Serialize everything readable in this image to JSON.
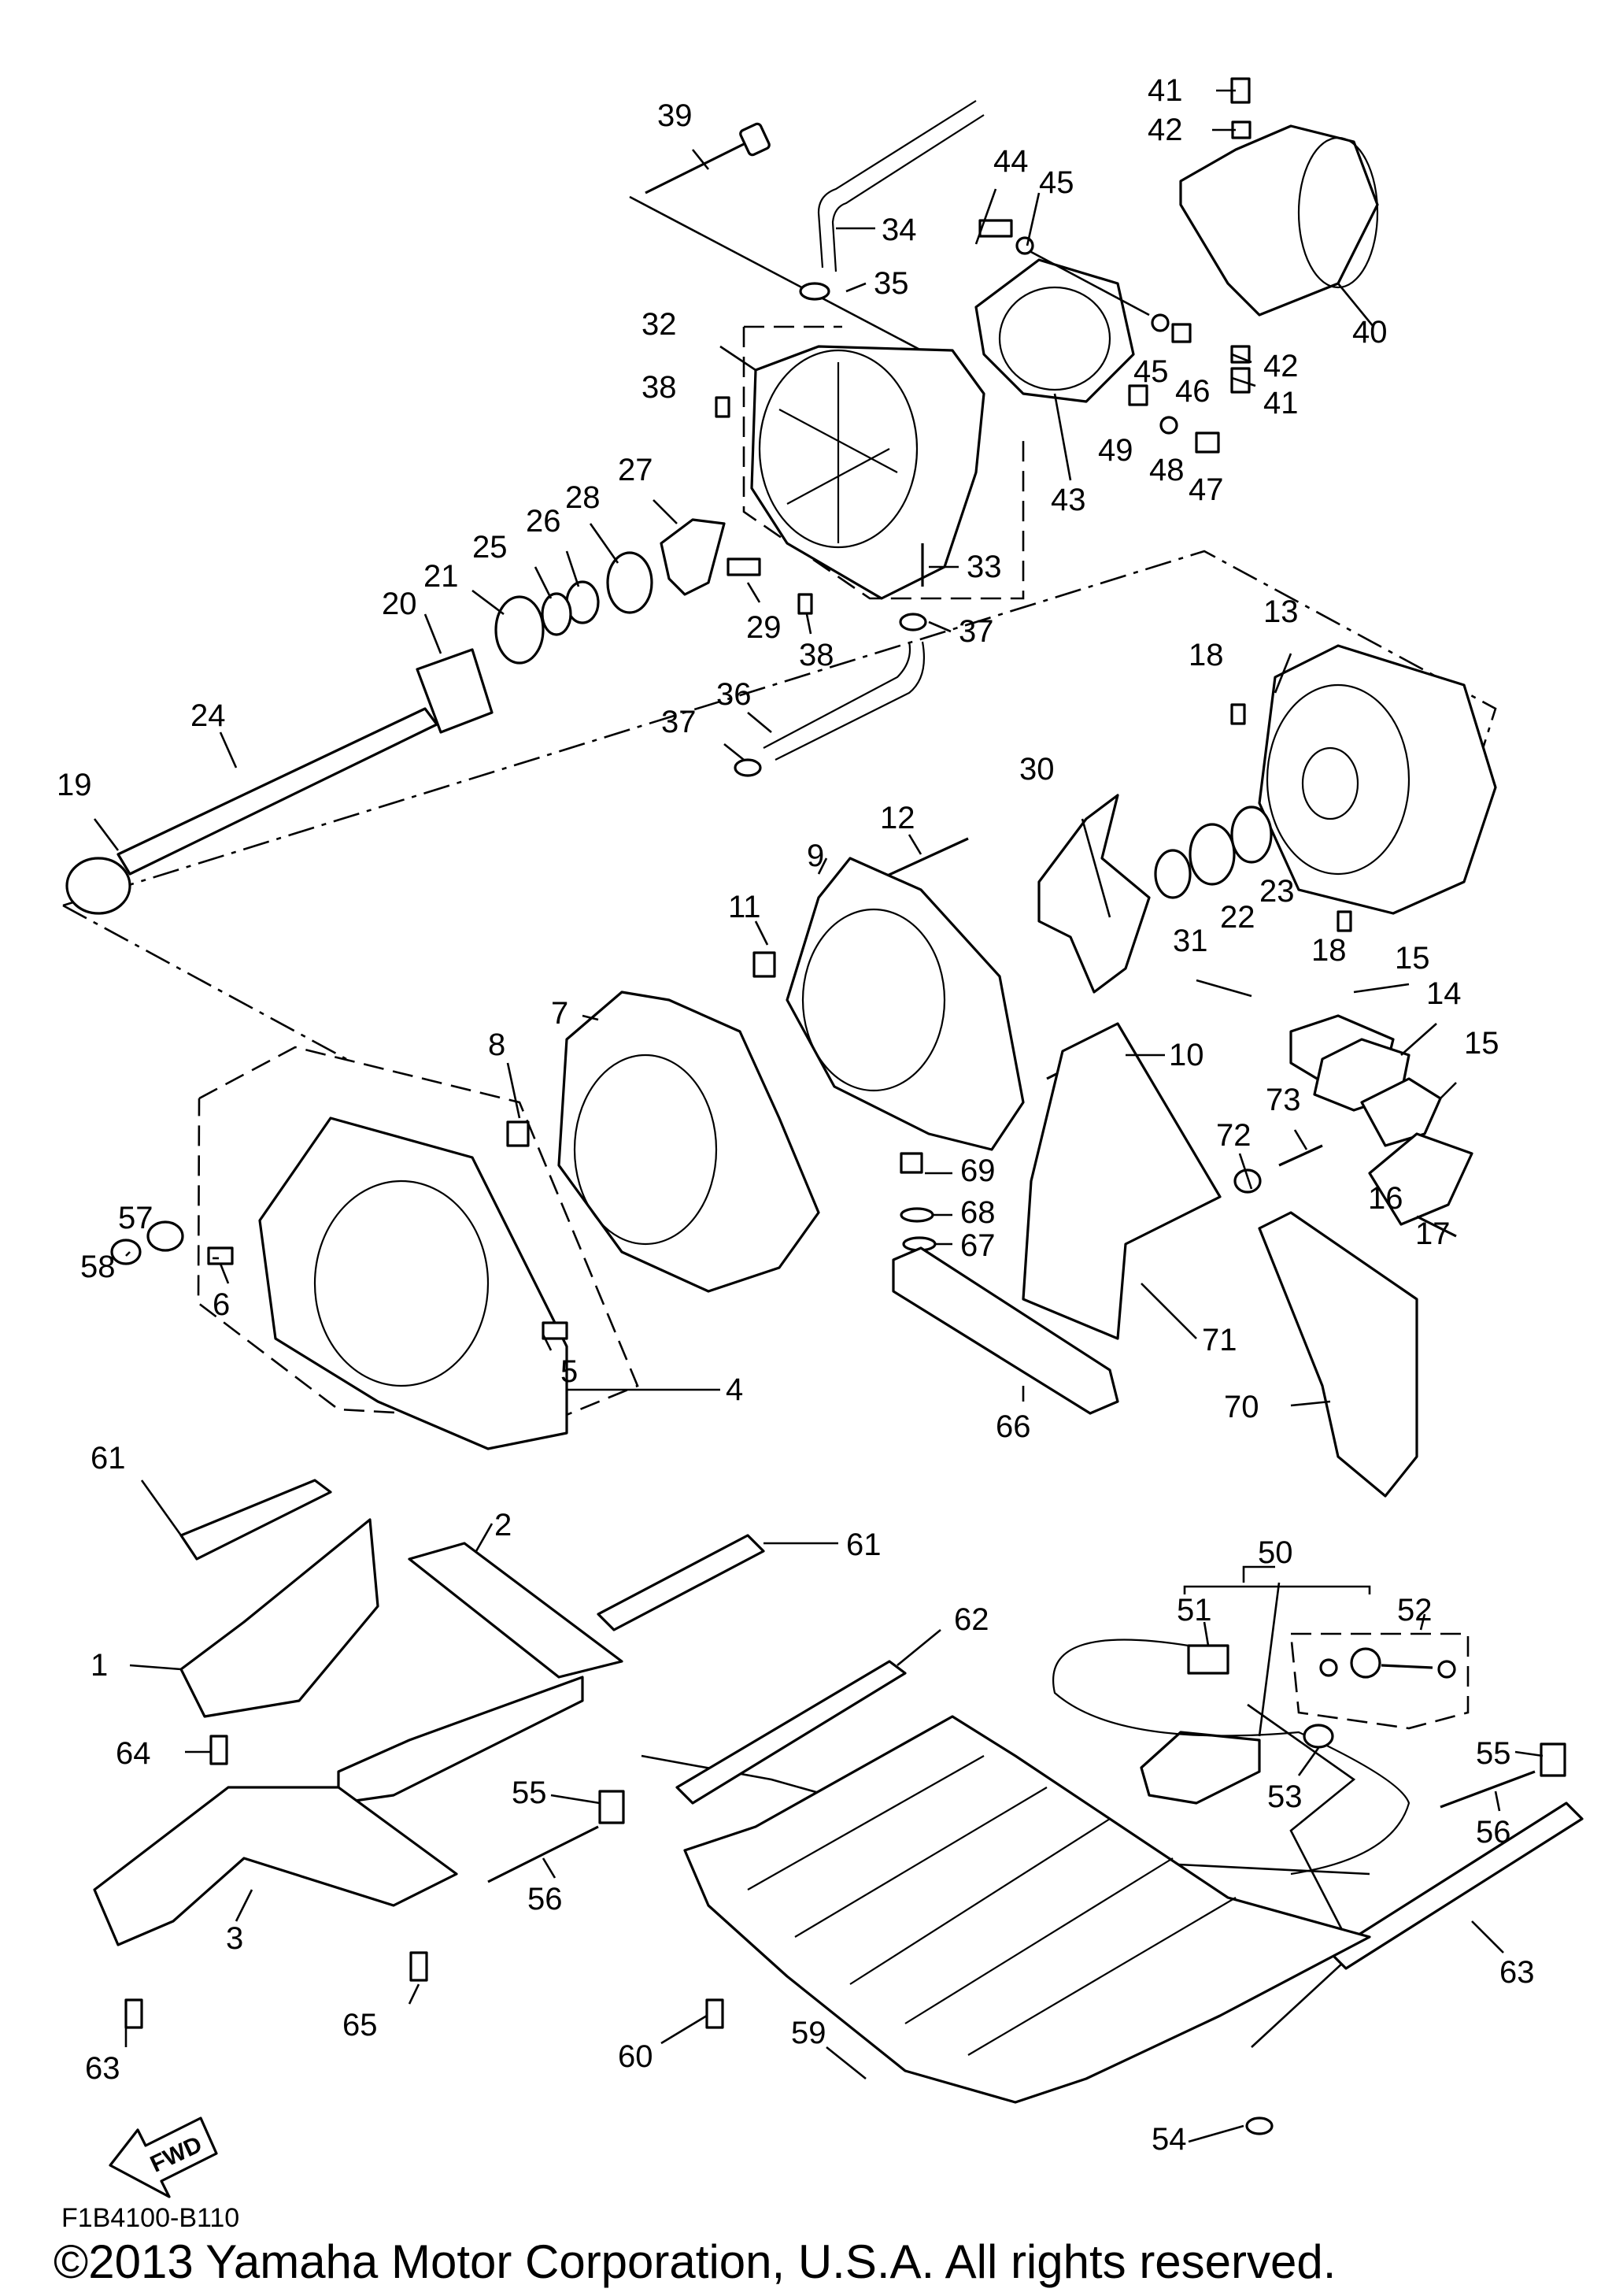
{
  "figure": {
    "drawing_code": "F1B4100-B110",
    "copyright": "©2013 Yamaha Motor Corporation, U.S.A. All rights reserved.",
    "fwd_label": "FWD"
  },
  "callouts": [
    {
      "id": "1",
      "label": "1"
    },
    {
      "id": "2",
      "label": "2"
    },
    {
      "id": "3",
      "label": "3"
    },
    {
      "id": "4",
      "label": "4"
    },
    {
      "id": "5",
      "label": "5"
    },
    {
      "id": "6",
      "label": "6"
    },
    {
      "id": "7",
      "label": "7"
    },
    {
      "id": "8",
      "label": "8"
    },
    {
      "id": "9",
      "label": "9"
    },
    {
      "id": "10",
      "label": "10"
    },
    {
      "id": "11",
      "label": "11"
    },
    {
      "id": "12",
      "label": "12"
    },
    {
      "id": "13",
      "label": "13"
    },
    {
      "id": "14",
      "label": "14"
    },
    {
      "id": "15a",
      "label": "15"
    },
    {
      "id": "15b",
      "label": "15"
    },
    {
      "id": "16",
      "label": "16"
    },
    {
      "id": "17",
      "label": "17"
    },
    {
      "id": "18a",
      "label": "18"
    },
    {
      "id": "18b",
      "label": "18"
    },
    {
      "id": "19",
      "label": "19"
    },
    {
      "id": "20",
      "label": "20"
    },
    {
      "id": "21",
      "label": "21"
    },
    {
      "id": "22",
      "label": "22"
    },
    {
      "id": "23",
      "label": "23"
    },
    {
      "id": "24",
      "label": "24"
    },
    {
      "id": "25",
      "label": "25"
    },
    {
      "id": "26",
      "label": "26"
    },
    {
      "id": "27",
      "label": "27"
    },
    {
      "id": "28",
      "label": "28"
    },
    {
      "id": "29",
      "label": "29"
    },
    {
      "id": "30",
      "label": "30"
    },
    {
      "id": "31",
      "label": "31"
    },
    {
      "id": "32",
      "label": "32"
    },
    {
      "id": "33",
      "label": "33"
    },
    {
      "id": "34",
      "label": "34"
    },
    {
      "id": "35",
      "label": "35"
    },
    {
      "id": "36",
      "label": "36"
    },
    {
      "id": "37a",
      "label": "37"
    },
    {
      "id": "37b",
      "label": "37"
    },
    {
      "id": "38a",
      "label": "38"
    },
    {
      "id": "38b",
      "label": "38"
    },
    {
      "id": "39",
      "label": "39"
    },
    {
      "id": "40",
      "label": "40"
    },
    {
      "id": "41a",
      "label": "41"
    },
    {
      "id": "41b",
      "label": "41"
    },
    {
      "id": "42a",
      "label": "42"
    },
    {
      "id": "42b",
      "label": "42"
    },
    {
      "id": "43",
      "label": "43"
    },
    {
      "id": "44",
      "label": "44"
    },
    {
      "id": "45a",
      "label": "45"
    },
    {
      "id": "45b",
      "label": "45"
    },
    {
      "id": "46",
      "label": "46"
    },
    {
      "id": "47",
      "label": "47"
    },
    {
      "id": "48",
      "label": "48"
    },
    {
      "id": "49",
      "label": "49"
    },
    {
      "id": "50",
      "label": "50"
    },
    {
      "id": "51",
      "label": "51"
    },
    {
      "id": "52",
      "label": "52"
    },
    {
      "id": "53",
      "label": "53"
    },
    {
      "id": "54",
      "label": "54"
    },
    {
      "id": "55a",
      "label": "55"
    },
    {
      "id": "55b",
      "label": "55"
    },
    {
      "id": "56a",
      "label": "56"
    },
    {
      "id": "56b",
      "label": "56"
    },
    {
      "id": "57",
      "label": "57"
    },
    {
      "id": "58",
      "label": "58"
    },
    {
      "id": "59",
      "label": "59"
    },
    {
      "id": "60",
      "label": "60"
    },
    {
      "id": "61a",
      "label": "61"
    },
    {
      "id": "61b",
      "label": "61"
    },
    {
      "id": "62",
      "label": "62"
    },
    {
      "id": "63a",
      "label": "63"
    },
    {
      "id": "63b",
      "label": "63"
    },
    {
      "id": "64",
      "label": "64"
    },
    {
      "id": "65",
      "label": "65"
    },
    {
      "id": "66",
      "label": "66"
    },
    {
      "id": "67",
      "label": "67"
    },
    {
      "id": "68",
      "label": "68"
    },
    {
      "id": "69",
      "label": "69"
    },
    {
      "id": "70",
      "label": "70"
    },
    {
      "id": "71",
      "label": "71"
    },
    {
      "id": "72",
      "label": "72"
    },
    {
      "id": "73",
      "label": "73"
    }
  ]
}
